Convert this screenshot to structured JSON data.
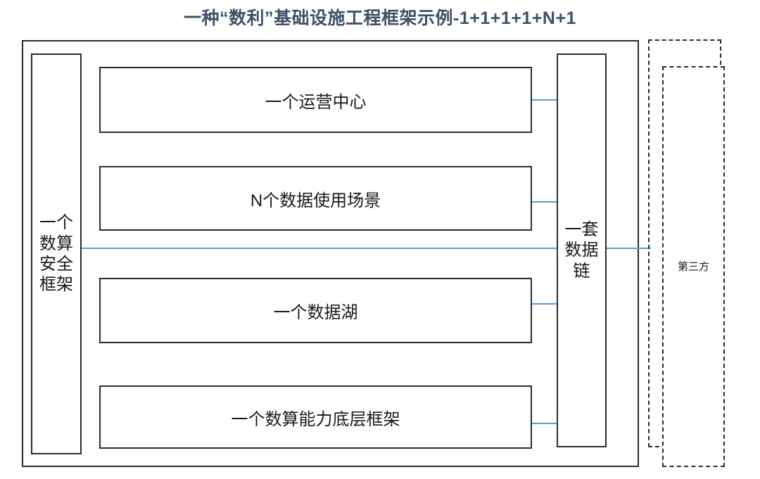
{
  "title": "一种“数利”基础设施工程框架示例-1+1+1+1+N+1",
  "colors": {
    "title": "#3f5068",
    "connector": "#5b9bd5",
    "stroke": "#2b2b2b",
    "background": "#ffffff"
  },
  "left_column": {
    "label": "一个\n数算\n安全\n框架"
  },
  "right_column": {
    "label": "一套\n数据\n链"
  },
  "main_boxes": [
    {
      "label": "一个运营中心"
    },
    {
      "label": "N个数据使用场景"
    },
    {
      "label": "一个数据湖"
    },
    {
      "label": "一个数算能力底层框架"
    }
  ],
  "third_party": {
    "label": "第三方"
  },
  "chart_data": {
    "type": "diagram",
    "title": "一种“数利”基础设施工程框架示例-1+1+1+1+N+1",
    "nodes": [
      {
        "id": "left-column",
        "label": "一个数算安全框架",
        "role": "vertical-pillar-left"
      },
      {
        "id": "box-1",
        "label": "一个运营中心",
        "role": "layer",
        "order": 1
      },
      {
        "id": "box-2",
        "label": "N个数据使用场景",
        "role": "layer",
        "order": 2
      },
      {
        "id": "box-3",
        "label": "一个数据湖",
        "role": "layer",
        "order": 3
      },
      {
        "id": "box-4",
        "label": "一个数算能力底层框架",
        "role": "layer",
        "order": 4
      },
      {
        "id": "right-column",
        "label": "一套数据链",
        "role": "vertical-pillar-right"
      },
      {
        "id": "third-party",
        "label": "第三方",
        "role": "external-dashed"
      }
    ],
    "edges": [
      {
        "from": "box-1",
        "to": "right-column",
        "style": "blue-line"
      },
      {
        "from": "box-2",
        "to": "right-column",
        "style": "blue-line"
      },
      {
        "from": "box-3",
        "to": "right-column",
        "style": "blue-line"
      },
      {
        "from": "box-4",
        "to": "right-column",
        "style": "blue-line"
      },
      {
        "from": "left-column",
        "to": "third-party",
        "style": "blue-line-spanning"
      }
    ]
  }
}
